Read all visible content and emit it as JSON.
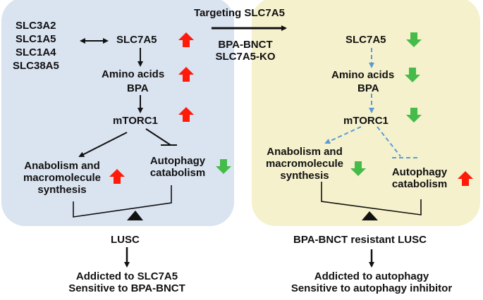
{
  "transition": {
    "label_top": "Targeting SLC7A5",
    "label_bottom_1": "BPA-BNCT",
    "label_bottom_2": "SLC7A5-KO"
  },
  "left": {
    "partners": [
      "SLC3A2",
      "SLC1A5",
      "SLC1A4",
      "SLC38A5"
    ],
    "transporter": "SLC7A5",
    "metabolite_1": "Amino acids",
    "metabolite_2": "BPA",
    "kinase": "mTORC1",
    "anabolism": [
      "Anabolism and",
      "macromolecule",
      "synthesis"
    ],
    "autophagy": [
      "Autophagy",
      "catabolism"
    ],
    "state": "LUSC",
    "outcome_1": "Addicted to SLC7A5",
    "outcome_2": "Sensitive to BPA-BNCT",
    "changes": {
      "transporter": "up",
      "metabolites": "up",
      "kinase": "up",
      "anabolism": "up",
      "autophagy": "down"
    }
  },
  "right": {
    "transporter": "SLC7A5",
    "metabolite_1": "Amino acids",
    "metabolite_2": "BPA",
    "kinase": "mTORC1",
    "anabolism": [
      "Anabolism and",
      "macromolecule",
      "synthesis"
    ],
    "autophagy": [
      "Autophagy",
      "catabolism"
    ],
    "state": "BPA-BNCT resistant LUSC",
    "outcome_1": "Addicted to autophagy",
    "outcome_2": "Sensitive to autophagy inhibitor",
    "changes": {
      "transporter": "down",
      "metabolites": "down",
      "kinase": "down",
      "anabolism": "down",
      "autophagy": "up"
    }
  },
  "colors": {
    "left_panel": "#dae3f0",
    "right_panel": "#f5f1cc",
    "up_arrow": "#ff1a0a",
    "down_arrow": "#45bb4a",
    "dashed_arrow": "#5b9bd5",
    "text": "#111111"
  }
}
